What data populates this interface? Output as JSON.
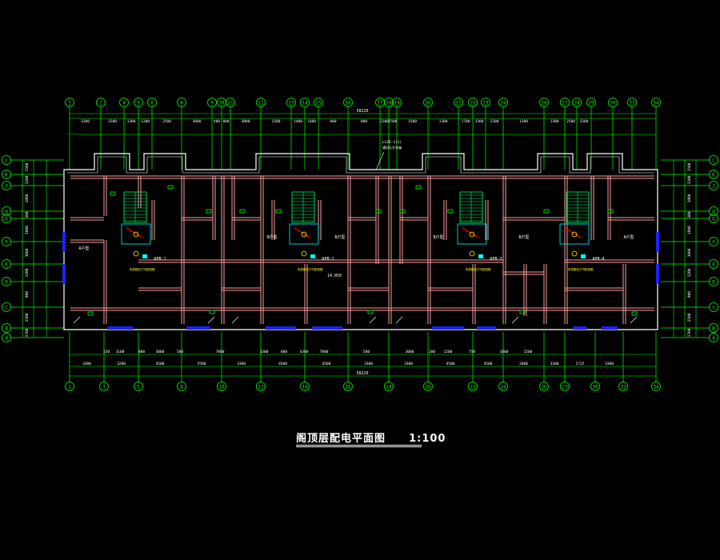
{
  "title": "阁顶层配电平面图",
  "scale": "1:100",
  "colors": {
    "background": "#000000",
    "grid": "#00ff00",
    "dim_text": "#ffffff",
    "walls": "#ff9f9f",
    "outline": "#ffffff",
    "windows": "#2020ff",
    "stairs": "#00ff66",
    "cyan": "#00ffff",
    "yellow": "#ffff00",
    "red": "#ff0000"
  },
  "grid_top": [
    "1",
    "2",
    "4",
    "5",
    "6",
    "8",
    "9",
    "10",
    "11",
    "12",
    "13",
    "14",
    "15",
    "16",
    "17",
    "18",
    "19",
    "20",
    "21",
    "22",
    "23",
    "24",
    "26",
    "27",
    "28",
    "29",
    "30",
    "33",
    "34"
  ],
  "grid_bottom": [
    "1",
    "3",
    "5",
    "8",
    "10",
    "12",
    "14",
    "16",
    "18",
    "20",
    "22",
    "24",
    "26",
    "27",
    "30",
    "32",
    "34"
  ],
  "grid_left": [
    "L",
    "K",
    "J",
    "H",
    "G",
    "F",
    "E",
    "D",
    "C",
    "B",
    "A"
  ],
  "grid_right": [
    "L",
    "K",
    "J",
    "H",
    "G",
    "F",
    "E",
    "D",
    "C",
    "B",
    "A"
  ],
  "dims_top": [
    "3300",
    "2200",
    "1300",
    "1200",
    "2500",
    "3000",
    "400",
    "800",
    "3000",
    "1500",
    "1400",
    "3300",
    "800",
    "800",
    "2200",
    "2500",
    "1500",
    "1300",
    "1700",
    "3300",
    "2200",
    "1300",
    "1300",
    "2500",
    "3300"
  ],
  "dims_top_total": "58220",
  "dims_bottom_row1": [
    "150",
    "3100",
    "800",
    "3000",
    "500",
    "7000",
    "3300",
    "800",
    "4300",
    "7000",
    "500",
    "3000",
    "200",
    "1200",
    "750",
    "1800",
    "1500"
  ],
  "dims_bottom_row2": [
    "3400",
    "3200",
    "4500",
    "5500",
    "3300",
    "4500",
    "4500",
    "3300",
    "3300",
    "4500",
    "4500",
    "2600",
    "3300",
    "2725",
    "3300"
  ],
  "dims_bottom_total": "58220",
  "dims_left": [
    "1500",
    "1200",
    "1800",
    "300",
    "1800",
    "3000",
    "1200",
    "900",
    "2500",
    "1700"
  ],
  "dims_right": [
    "1500",
    "1200",
    "1800",
    "300",
    "1800",
    "3000",
    "1200",
    "900",
    "2500",
    "1700"
  ],
  "panels": [
    "APB-1",
    "APB-2",
    "APB-3",
    "APB-4"
  ],
  "units": [
    "A户型",
    "B户型",
    "B户型",
    "B户型",
    "B户型",
    "A户型"
  ],
  "elevation": "14.850",
  "callout": [
    "LLZD-1(1)",
    "通风孔开关箱"
  ],
  "panel_note": "电表箱至户内配电箱"
}
